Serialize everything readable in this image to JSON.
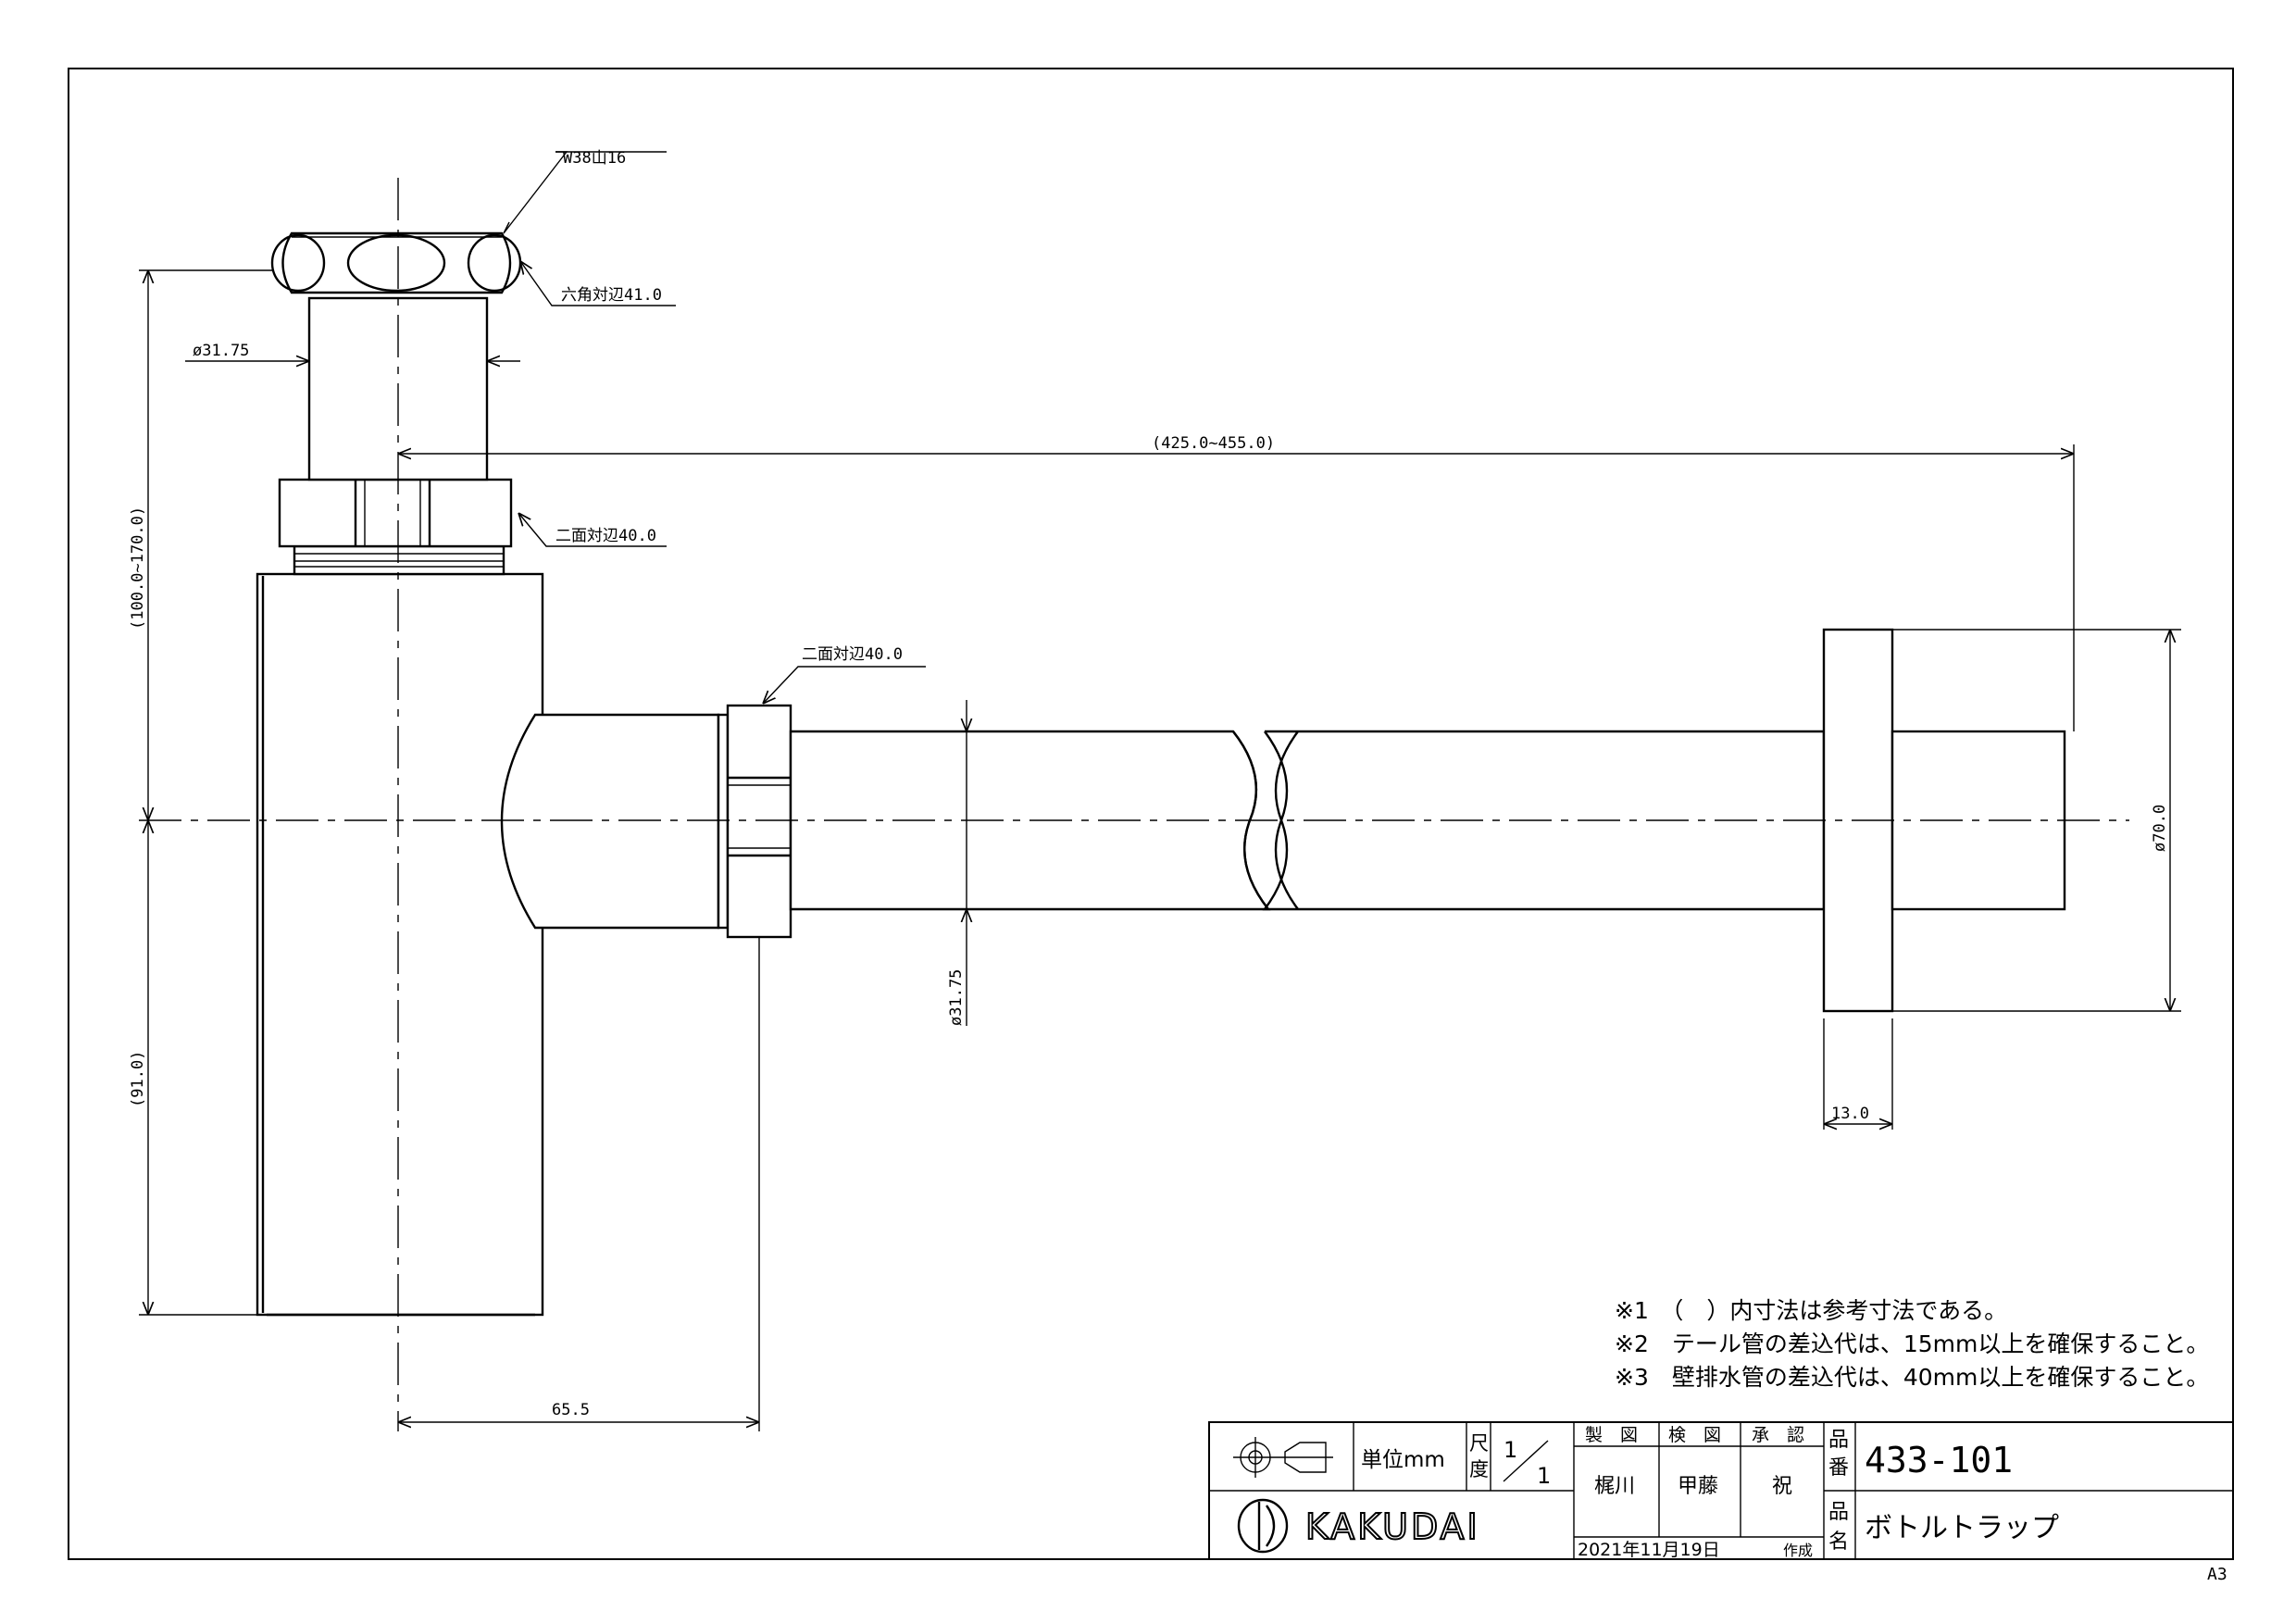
{
  "drawing": {
    "dimensions": {
      "thread": "W38山16",
      "hex_top": "六角対辺41.0",
      "pipe_dia_top": "ø31.75",
      "span": "(425.0~455.0)",
      "height_upper": "(100.0~170.0)",
      "two_face_top": "二面対辺40.0",
      "two_face_side": "二面対辺40.0",
      "pipe_dia_side": "ø31.75",
      "height_lower": "(91.0)",
      "flange_dia": "ø70.0",
      "flange_thick": "13.0",
      "offset": "65.5"
    },
    "notes": [
      "※1　（　）内寸法は参考寸法である。",
      "※2　テール管の差込代は、15mm以上を確保すること。",
      "※3　壁排水管の差込代は、40mm以上を確保すること。"
    ]
  },
  "title_block": {
    "unit_label": "単位mm",
    "scale_label_1": "尺",
    "scale_label_2": "度",
    "scale_num": "1",
    "scale_den": "1",
    "drawn_label": "製　図",
    "checked_label": "検　図",
    "approved_label": "承　認",
    "drawn_by": "梶川",
    "checked_by": "甲藤",
    "approved_by": "祝",
    "date": "2021年11月19日",
    "date_suffix": "作成",
    "part_no_label_1": "品",
    "part_no_label_2": "番",
    "part_no": "433-101",
    "part_name_label_1": "品",
    "part_name_label_2": "名",
    "part_name": "ボトルトラップ",
    "company": "KAKUDAI"
  },
  "sheet_size": "A3"
}
